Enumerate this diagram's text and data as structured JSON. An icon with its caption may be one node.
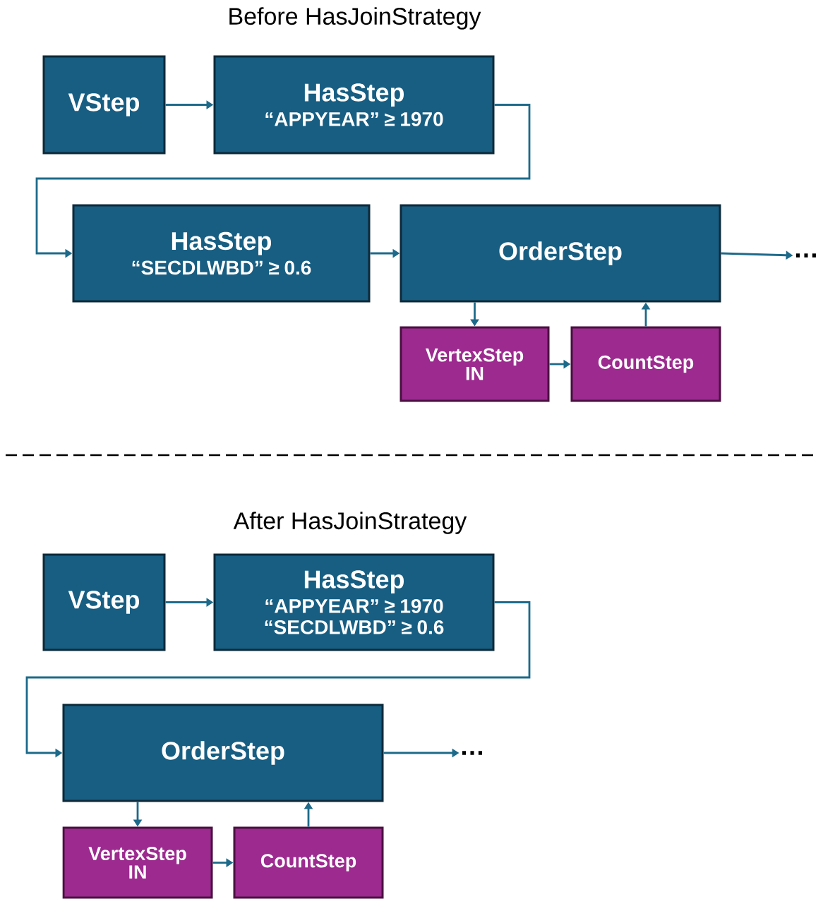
{
  "diagram": {
    "nodes": [
      {
        "text": [
          "VStep"
        ]
      },
      {
        "text": [
          "HasStep",
          "“APPYEAR” ≥ 1970"
        ]
      },
      {
        "text": [
          "HasStep",
          "“SECDLWBD” ≥ 0.6"
        ]
      },
      {
        "text": [
          "OrderStep"
        ]
      },
      {
        "text": [
          "VertexStep IN"
        ]
      },
      {
        "text": [
          "CountStep"
        ]
      },
      {
        "text": [
          "…"
        ]
      },
      {
        "text": [
          "VStep"
        ]
      },
      {
        "text": [
          "HasStep",
          "“APPYEAR” ≥ 1970",
          "“SECDLWBD” ≥ 0.6"
        ]
      },
      {
        "text": [
          "OrderStep"
        ]
      },
      {
        "text": [
          "VertexStep IN"
        ]
      },
      {
        "text": [
          "CountStep"
        ]
      },
      {
        "text": [
          "…"
        ]
      }
    ],
    "edges": [
      {
        "from": 0,
        "to": 1,
        "arrow": "to"
      },
      {
        "from": 1,
        "to": 2,
        "arrow": "to"
      },
      {
        "from": 2,
        "to": 3,
        "arrow": "to"
      },
      {
        "from": 3,
        "to": 6,
        "arrow": "to"
      },
      {
        "from": 3,
        "to": 4,
        "arrow": "to"
      },
      {
        "from": 4,
        "to": 5,
        "arrow": "to"
      },
      {
        "from": 5,
        "to": 3,
        "arrow": "to"
      },
      {
        "from": 7,
        "to": 8,
        "arrow": "to"
      },
      {
        "from": 8,
        "to": 9,
        "arrow": "to"
      },
      {
        "from": 9,
        "to": 12,
        "arrow": "to"
      },
      {
        "from": 9,
        "to": 10,
        "arrow": "to"
      },
      {
        "from": 10,
        "to": 11,
        "arrow": "to"
      },
      {
        "from": 11,
        "to": 9,
        "arrow": "to"
      }
    ],
    "labels": [
      "Before HasJoinStrategy",
      "After HasJoinStrategy"
    ]
  }
}
